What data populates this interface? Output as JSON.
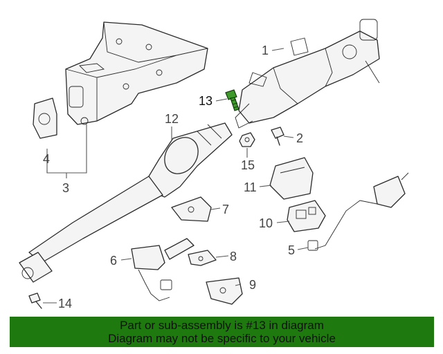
{
  "callouts": [
    "1",
    "2",
    "3",
    "4",
    "5",
    "6",
    "7",
    "8",
    "9",
    "10",
    "11",
    "12",
    "13",
    "14",
    "15"
  ],
  "highlighted_part": "13",
  "highlight_color": "#3f9a2c",
  "banner": {
    "line1": "Part or sub-assembly is #13 in diagram",
    "line2": "Diagram may not be specific to your vehicle",
    "color": "#1e7a0e"
  }
}
